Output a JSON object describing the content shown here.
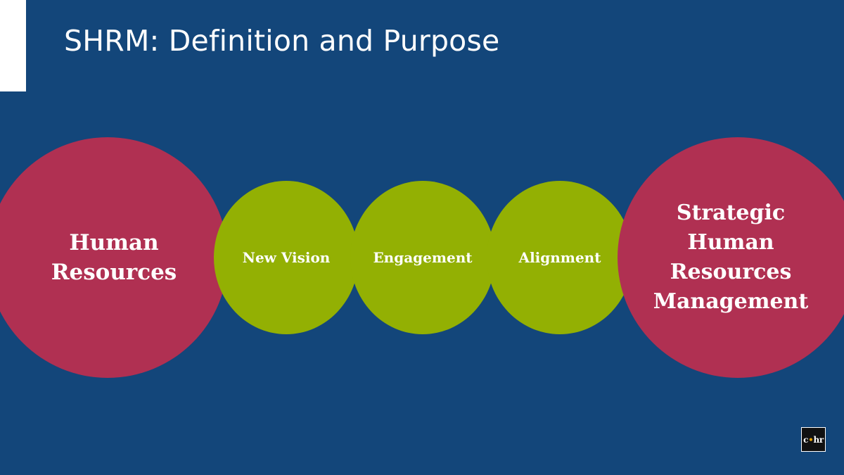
{
  "slide": {
    "title": "SHRM: Definition and Purpose"
  },
  "diagram": {
    "start": "Human\nResources",
    "steps": [
      "New Vision",
      "Engagement",
      "Alignment"
    ],
    "end": "Strategic\nHuman\nResources\nManagement"
  },
  "logo": {
    "left": "c",
    "dot": "•",
    "right": "hr"
  },
  "colors": {
    "background": "#13467a",
    "large_circle": "#b03052",
    "small_circle": "#93b003",
    "logo_dot": "#e6a100"
  }
}
